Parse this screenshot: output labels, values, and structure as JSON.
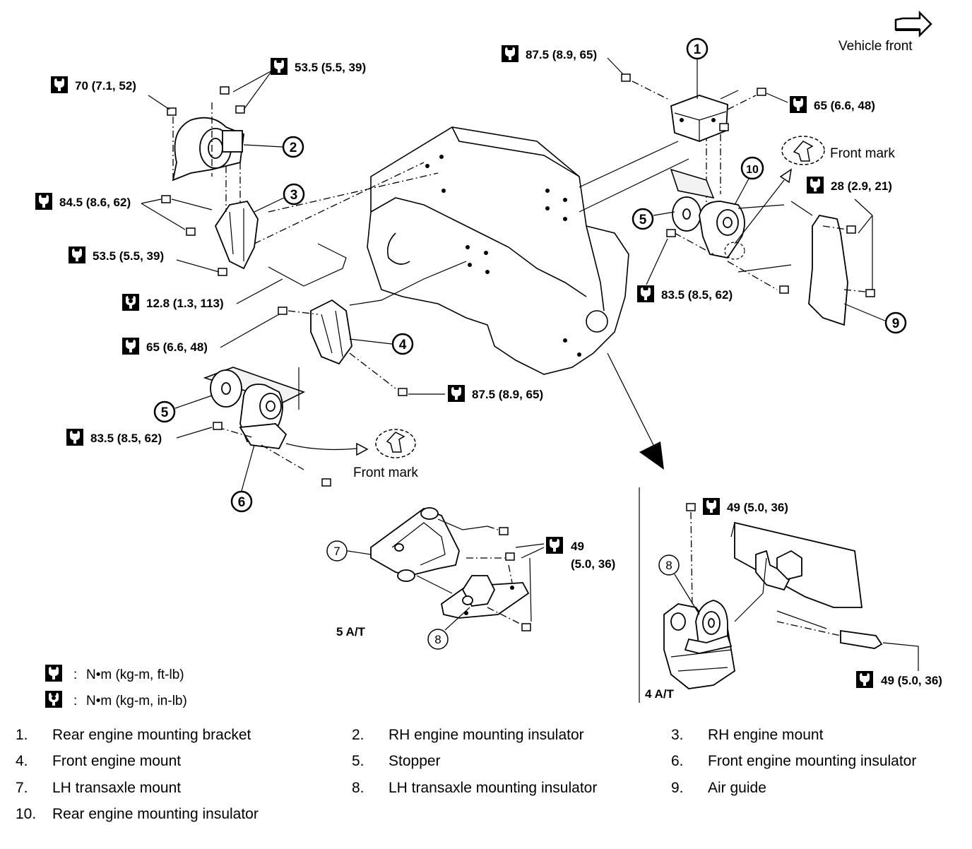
{
  "header": {
    "vehicle_front": "Vehicle front"
  },
  "torques": [
    {
      "id": "t1",
      "value": "70 (7.1, 52)"
    },
    {
      "id": "t2",
      "value": "53.5 (5.5, 39)"
    },
    {
      "id": "t3",
      "value": "84.5 (8.6, 62)"
    },
    {
      "id": "t4",
      "value": "53.5 (5.5, 39)"
    },
    {
      "id": "t5",
      "value": "12.8 (1.3, 113)"
    },
    {
      "id": "t6",
      "value": "65 (6.6, 48)"
    },
    {
      "id": "t7",
      "value": "87.5 (8.9, 65)"
    },
    {
      "id": "t8",
      "value": "83.5 (8.5, 62)"
    },
    {
      "id": "t9",
      "value": "87.5 (8.9, 65)"
    },
    {
      "id": "t10",
      "value": "65 (6.6, 48)"
    },
    {
      "id": "t11",
      "value": "28 (2.9, 21)"
    },
    {
      "id": "t12",
      "value": "83.5 (8.5, 62)"
    },
    {
      "id": "t13",
      "value": "49"
    },
    {
      "id": "t14",
      "value": "(5.0, 36)"
    },
    {
      "id": "t15",
      "value": "49 (5.0, 36)"
    },
    {
      "id": "t16",
      "value": "49 (5.0, 36)"
    }
  ],
  "callouts": [
    "1",
    "2",
    "3",
    "4",
    "5",
    "6",
    "7",
    "8",
    "9",
    "10",
    "5",
    "8"
  ],
  "marks": {
    "front_mark_1": "Front mark",
    "front_mark_2": "Front mark"
  },
  "variants": {
    "at5": "5 A/T",
    "at4": "4 A/T"
  },
  "units": [
    {
      "sep": ":",
      "text": "N•m  (kg-m,  ft-lb)"
    },
    {
      "sep": ":",
      "text": "N•m  (kg-m,  in-lb)"
    }
  ],
  "parts": [
    {
      "num": "1.",
      "name": "Rear engine mounting bracket"
    },
    {
      "num": "2.",
      "name": "RH engine mounting insulator"
    },
    {
      "num": "3.",
      "name": "RH engine mount"
    },
    {
      "num": "4.",
      "name": "Front engine mount"
    },
    {
      "num": "5.",
      "name": "Stopper"
    },
    {
      "num": "6.",
      "name": "Front engine mounting insulator"
    },
    {
      "num": "7.",
      "name": "LH transaxle mount"
    },
    {
      "num": "8.",
      "name": "LH transaxle mounting insulator"
    },
    {
      "num": "9.",
      "name": "Air guide"
    },
    {
      "num": "10.",
      "name": "Rear engine mounting insulator"
    }
  ]
}
